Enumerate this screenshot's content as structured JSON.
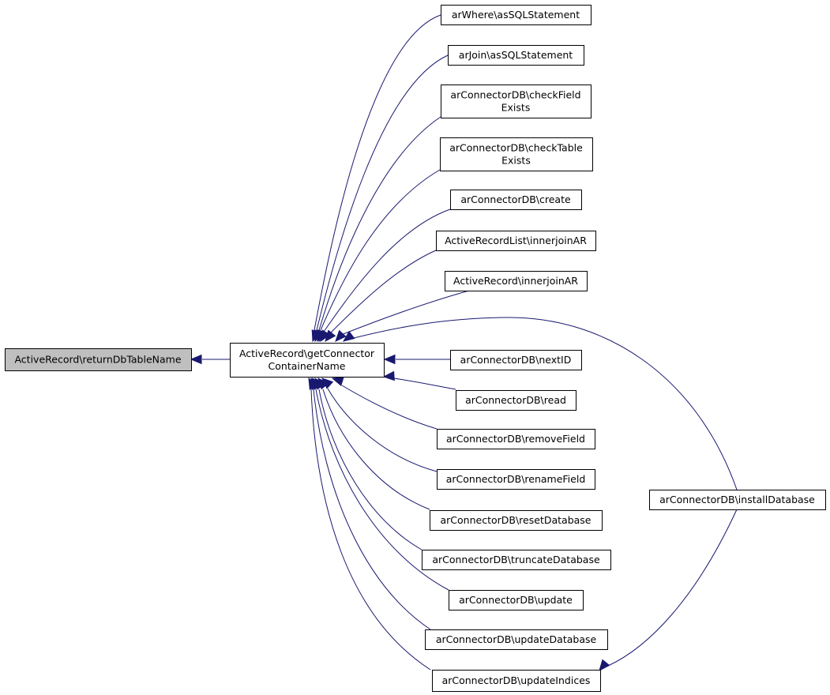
{
  "graph": {
    "root": {
      "id": "root",
      "label": [
        "ActiveRecord\\returnDbTableName"
      ]
    },
    "center": {
      "id": "center",
      "label": [
        "ActiveRecord\\getConnector",
        "ContainerName"
      ]
    },
    "callers": [
      {
        "id": "n1",
        "label": [
          "arWhere\\asSQLStatement"
        ]
      },
      {
        "id": "n2",
        "label": [
          "arJoin\\asSQLStatement"
        ]
      },
      {
        "id": "n3",
        "label": [
          "arConnectorDB\\checkField",
          "Exists"
        ]
      },
      {
        "id": "n4",
        "label": [
          "arConnectorDB\\checkTable",
          "Exists"
        ]
      },
      {
        "id": "n5",
        "label": [
          "arConnectorDB\\create"
        ]
      },
      {
        "id": "n6",
        "label": [
          "ActiveRecordList\\innerjoinAR"
        ]
      },
      {
        "id": "n7",
        "label": [
          "ActiveRecord\\innerjoinAR"
        ]
      },
      {
        "id": "n8",
        "label": [
          "arConnectorDB\\nextID"
        ]
      },
      {
        "id": "n9",
        "label": [
          "arConnectorDB\\read"
        ]
      },
      {
        "id": "n10",
        "label": [
          "arConnectorDB\\removeField"
        ]
      },
      {
        "id": "n11",
        "label": [
          "arConnectorDB\\renameField"
        ]
      },
      {
        "id": "n12",
        "label": [
          "arConnectorDB\\resetDatabase"
        ]
      },
      {
        "id": "n13",
        "label": [
          "arConnectorDB\\truncateDatabase"
        ]
      },
      {
        "id": "n14",
        "label": [
          "arConnectorDB\\update"
        ]
      },
      {
        "id": "n15",
        "label": [
          "arConnectorDB\\updateDatabase"
        ]
      },
      {
        "id": "n16",
        "label": [
          "arConnectorDB\\updateIndices"
        ]
      }
    ],
    "install": {
      "id": "n17",
      "label": [
        "arConnectorDB\\installDatabase"
      ]
    }
  }
}
